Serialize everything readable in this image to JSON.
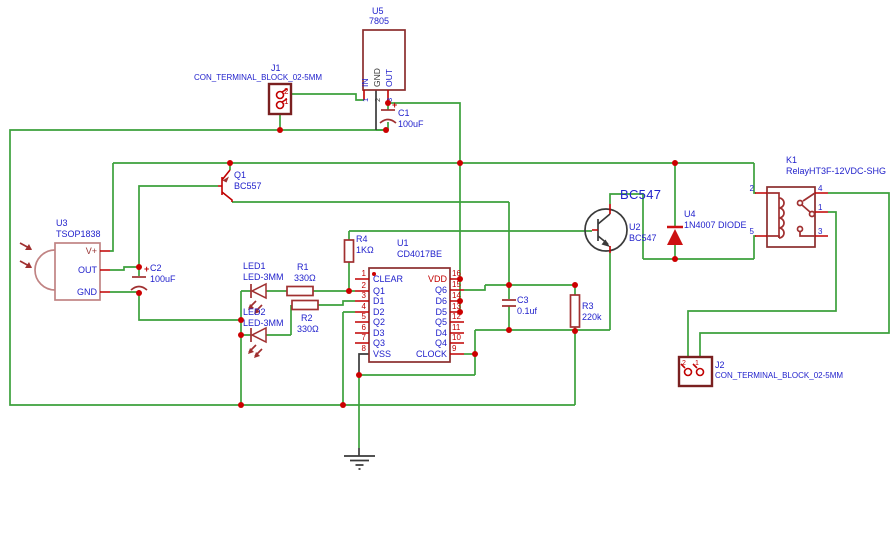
{
  "colors": {
    "wire": "#3CA13C",
    "symbol": "#A03030",
    "outline": "#8B2D2D",
    "terminal": "#7A2020",
    "tsop": "#C08383",
    "blue": "#2222CC",
    "pinred": "#C00000",
    "junction": "#CC0000",
    "dark": "#3A3A3A",
    "diodered": "#CC1111"
  },
  "components": {
    "u5": {
      "ref": "U5",
      "value": "7805",
      "pins": [
        {
          "num": "1",
          "name": "IN"
        },
        {
          "num": "2",
          "name": "GND"
        },
        {
          "num": "3",
          "name": "OUT"
        }
      ]
    },
    "j1": {
      "ref": "J1",
      "value": "CON_TERMINAL_BLOCK_02-5MM",
      "pins": [
        "2",
        "1"
      ]
    },
    "c1": {
      "ref": "C1",
      "value": "100uF",
      "plus": "+"
    },
    "q1": {
      "ref": "Q1",
      "value": "BC557"
    },
    "u3": {
      "ref": "U3",
      "value": "TSOP1838",
      "pins": [
        "V+",
        "OUT",
        "GND"
      ]
    },
    "c2": {
      "ref": "C2",
      "value": "100uF",
      "plus": "+"
    },
    "led1": {
      "ref": "LED1",
      "value": "LED-3MM"
    },
    "led2": {
      "ref": "LED2",
      "value": "LED-3MM"
    },
    "r1": {
      "ref": "R1",
      "value": "330Ω"
    },
    "r2": {
      "ref": "R2",
      "value": "330Ω"
    },
    "r4": {
      "ref": "R4",
      "value": "1KΩ"
    },
    "u1": {
      "ref": "U1",
      "value": "CD4017BE",
      "pins_left": [
        {
          "num": "1",
          "name": "CLEAR"
        },
        {
          "num": "2",
          "name": "Q1"
        },
        {
          "num": "3",
          "name": "D1"
        },
        {
          "num": "4",
          "name": "D2"
        },
        {
          "num": "5",
          "name": "Q2"
        },
        {
          "num": "6",
          "name": "D3"
        },
        {
          "num": "7",
          "name": "Q3"
        },
        {
          "num": "8",
          "name": "VSS"
        }
      ],
      "pins_right": [
        {
          "num": "16",
          "name": "VDD"
        },
        {
          "num": "15",
          "name": "Q6"
        },
        {
          "num": "14",
          "name": "D6"
        },
        {
          "num": "13",
          "name": "D5"
        },
        {
          "num": "12",
          "name": "Q5"
        },
        {
          "num": "11",
          "name": "D4"
        },
        {
          "num": "10",
          "name": "Q4"
        },
        {
          "num": "9",
          "name": "CLOCK"
        }
      ]
    },
    "c3": {
      "ref": "C3",
      "value": "0.1uf"
    },
    "r3": {
      "ref": "R3",
      "value": "220k"
    },
    "u2": {
      "ref": "U2",
      "value": "BC547",
      "big_label": "BC547"
    },
    "u4": {
      "ref": "U4",
      "value": "1N4007 DIODE"
    },
    "k1": {
      "ref": "K1",
      "value": "RelayHT3F-12VDC-SHG",
      "pins": {
        "coil_top": "2",
        "coil_bottom": "5",
        "no": "4",
        "common": "1",
        "nc": "3"
      }
    },
    "j2": {
      "ref": "J2",
      "value": "CON_TERMINAL_BLOCK_02-5MM",
      "pins": [
        "2",
        "1"
      ]
    }
  }
}
